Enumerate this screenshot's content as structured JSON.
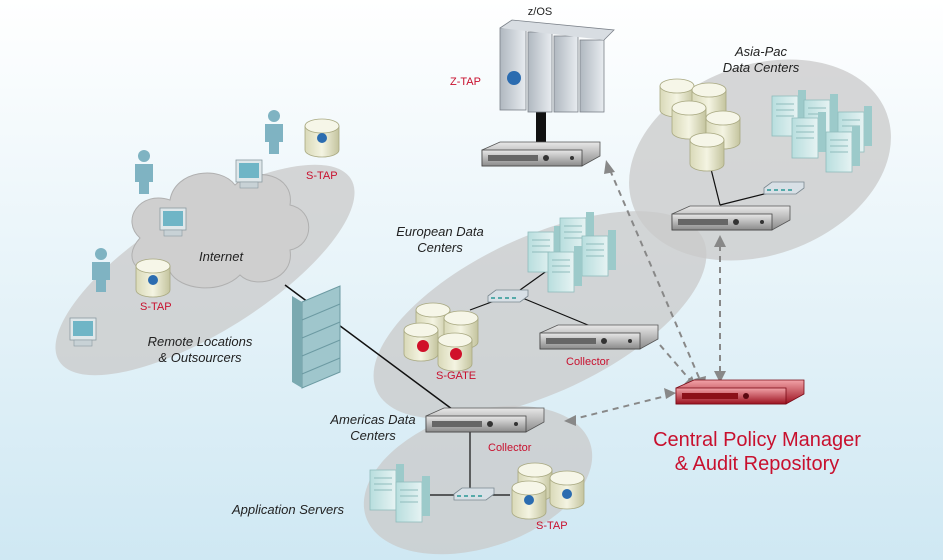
{
  "labels": {
    "zos": "z/OS",
    "ztap": "Z-TAP",
    "stap_remote_top": "S-TAP",
    "stap_remote_left": "S-TAP",
    "internet": "Internet",
    "remote_locations_line1": "Remote Locations",
    "remote_locations_line2": "& Outsourcers",
    "european_line1": "European Data",
    "european_line2": "Centers",
    "asia_line1": "Asia-Pac",
    "asia_line2": "Data Centers",
    "sgate": "S-GATE",
    "collector_eu": "Collector",
    "americas_line1": "Americas Data",
    "americas_line2": "Centers",
    "collector_am": "Collector",
    "app_servers": "Application Servers",
    "stap_americas": "S-TAP",
    "central_line1": "Central Policy Manager",
    "central_line2": "& Audit Repository"
  },
  "colors": {
    "accent_red": "#c8102e",
    "bg_top": "#ffffff",
    "bg_bottom": "#cfe8f3",
    "ellipse": "#c9c9c9",
    "db_dot_blue": "#2b6cb0",
    "db_dot_red": "#d0102a"
  },
  "icons": [
    "person-icon",
    "workstation-icon",
    "database-icon",
    "server-tower-icon",
    "rack-appliance-icon",
    "network-switch-icon",
    "firewall-icon",
    "mainframe-icon",
    "cloud-icon"
  ]
}
